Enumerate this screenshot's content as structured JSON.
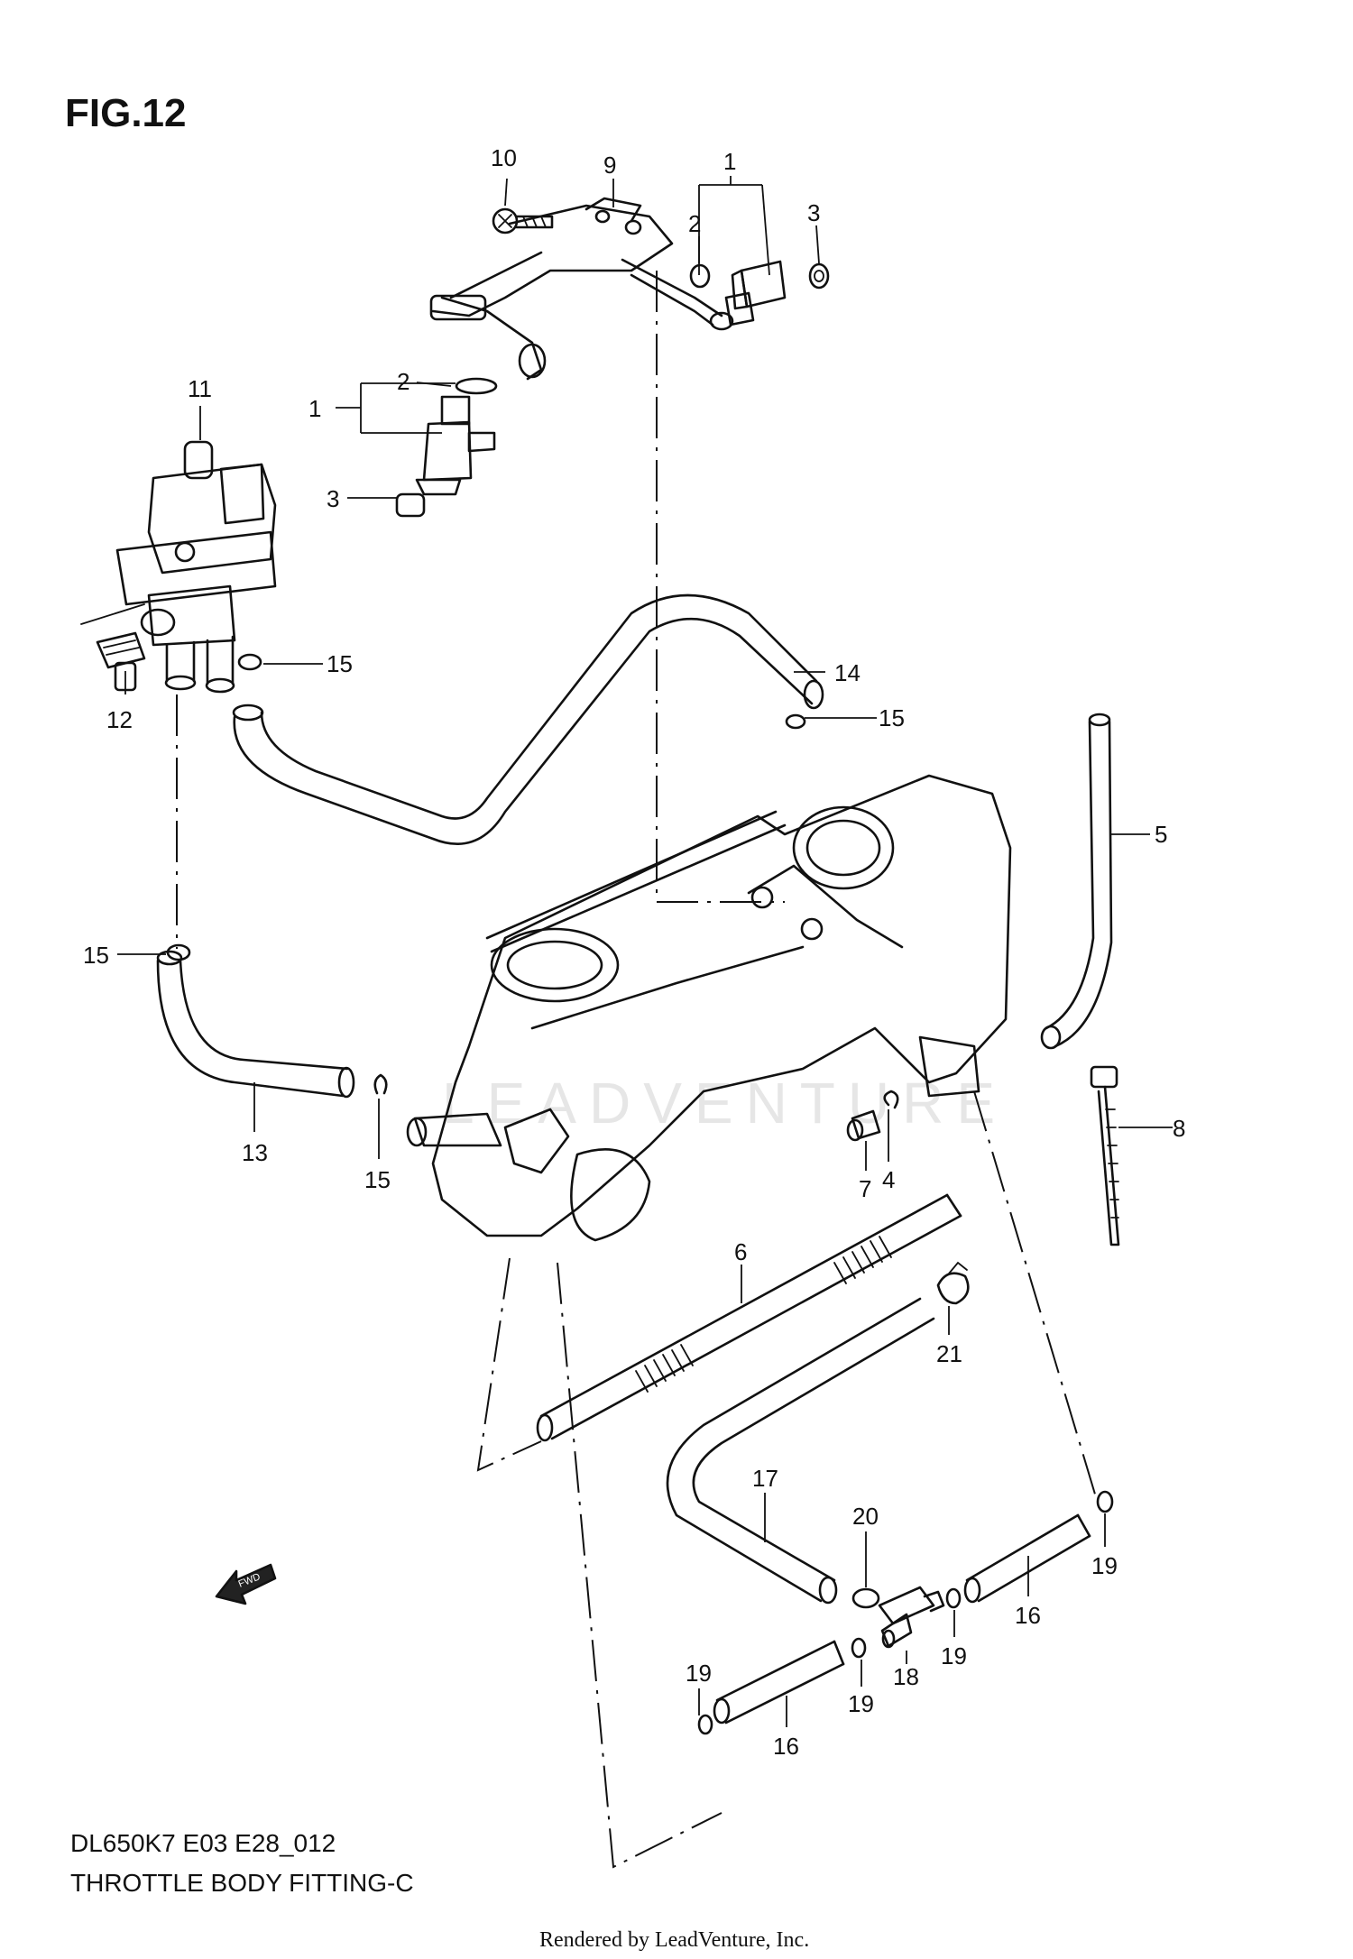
{
  "figure": {
    "label": "FIG.12"
  },
  "diagram": {
    "model_code": "DL650K7 E03 E28_012",
    "title": "THROTTLE BODY FITTING-C"
  },
  "watermark": {
    "text": "LEADVENTURE"
  },
  "footer": {
    "rendered_by": "Rendered by LeadVenture, Inc."
  },
  "fwd_arrow": {
    "label": "FWD",
    "icon": "fwd-arrow-icon"
  },
  "callouts": [
    {
      "id": "c1",
      "ref": "1"
    },
    {
      "id": "c2",
      "ref": "2"
    },
    {
      "id": "c3",
      "ref": "3"
    },
    {
      "id": "c4",
      "ref": "4"
    },
    {
      "id": "c5",
      "ref": "5"
    },
    {
      "id": "c6",
      "ref": "6"
    },
    {
      "id": "c7",
      "ref": "7"
    },
    {
      "id": "c8",
      "ref": "8"
    },
    {
      "id": "c9",
      "ref": "9"
    },
    {
      "id": "c10",
      "ref": "10"
    },
    {
      "id": "c11",
      "ref": "11"
    },
    {
      "id": "c12",
      "ref": "12"
    },
    {
      "id": "c13",
      "ref": "13"
    },
    {
      "id": "c14",
      "ref": "14"
    },
    {
      "id": "c15",
      "ref": "15"
    },
    {
      "id": "c16",
      "ref": "16"
    },
    {
      "id": "c17",
      "ref": "17"
    },
    {
      "id": "c18",
      "ref": "18"
    },
    {
      "id": "c19",
      "ref": "19"
    },
    {
      "id": "c20",
      "ref": "20"
    },
    {
      "id": "c21",
      "ref": "21"
    }
  ]
}
